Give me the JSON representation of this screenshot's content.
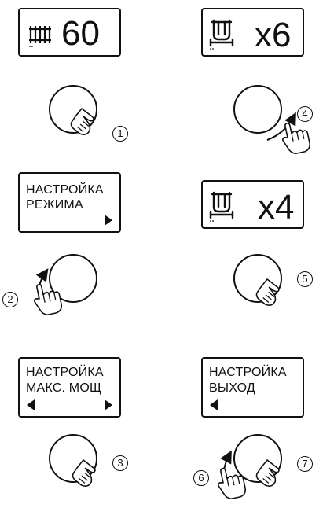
{
  "panels": {
    "p1": {
      "value": "60",
      "icon": "radiator-icon"
    },
    "p2": {
      "value": "x6",
      "icon": "heater-icon"
    },
    "p3": {
      "line1": "НАСТРОЙКА",
      "line2": "РЕЖИМА",
      "arrow_right": true
    },
    "p4": {
      "value": "x4",
      "icon": "heater-icon"
    },
    "p5": {
      "line1": "НАСТРОЙКА",
      "line2": "МАКС. МОЩ",
      "arrow_left": true,
      "arrow_right": true
    },
    "p6": {
      "line1": "НАСТРОЙКА",
      "line2": "ВЫХОД",
      "arrow_left": true
    }
  },
  "steps": [
    "1",
    "2",
    "3",
    "4",
    "5",
    "6",
    "7"
  ],
  "icons": [
    "radiator-icon",
    "heater-icon",
    "hand-press-icon",
    "hand-rotate-icon",
    "knob-icon",
    "rotation-arrow-icon"
  ]
}
